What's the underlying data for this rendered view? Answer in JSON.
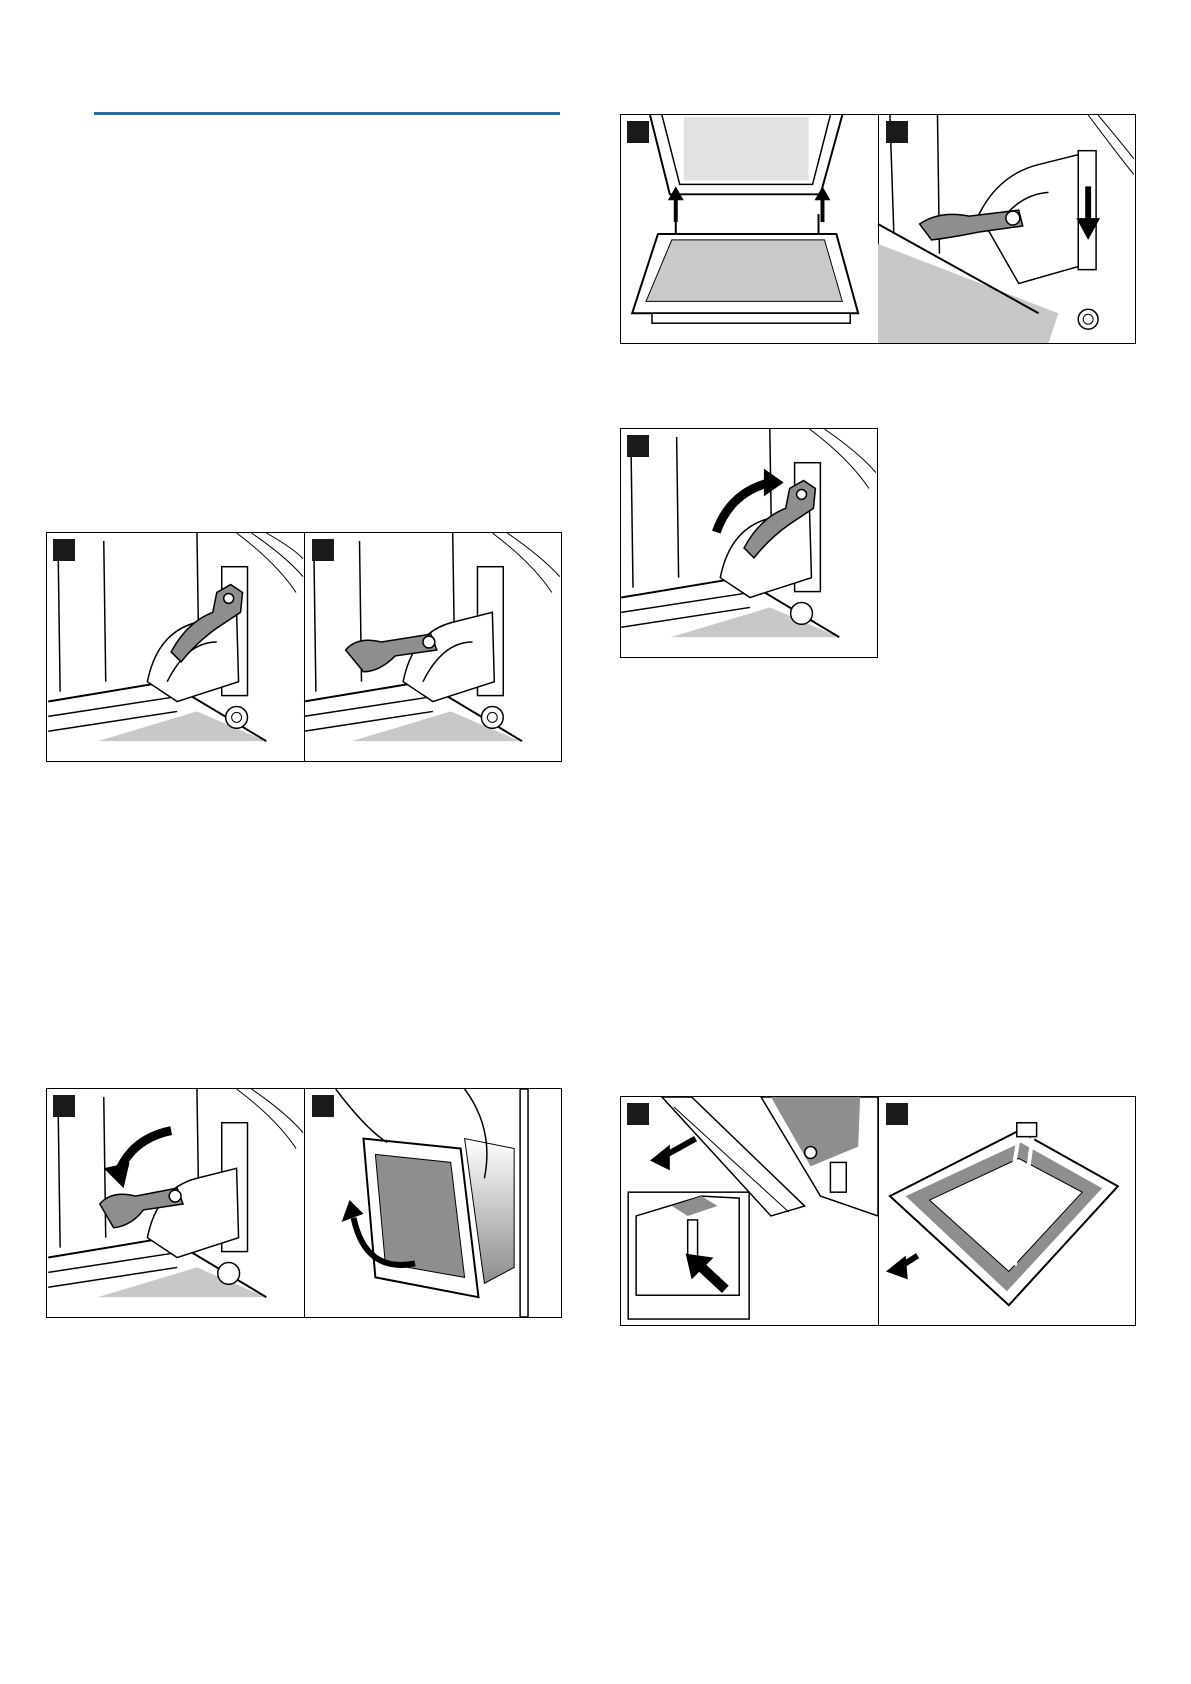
{
  "document": {
    "accent_color": "#2f6da0",
    "artwork_gray": "#8e8e8e",
    "floor_gray": "#c8c8c8"
  },
  "figures": [
    {
      "id": "hinge-lock-pair",
      "icons": [
        "hinge-lever-up-icon",
        "hinge-lever-down-icon"
      ]
    },
    {
      "id": "door-lift-pair",
      "icons": [
        "door-hook-arrows-icon",
        "hinge-push-down-icon"
      ]
    },
    {
      "id": "lever-fold-back",
      "icons": [
        "lever-rotate-up-icon"
      ]
    },
    {
      "id": "door-removal-pair",
      "icons": [
        "lever-rotate-down-icon",
        "door-lift-off-icon"
      ]
    },
    {
      "id": "glass-removal-pair",
      "icons": [
        "clip-press-icon",
        "glass-pane-slide-icon"
      ]
    }
  ]
}
